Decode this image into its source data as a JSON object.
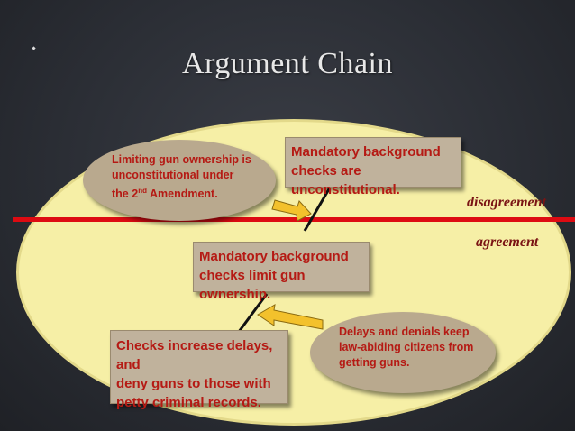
{
  "title": "Argument Chain",
  "zones": {
    "disagreement": "disagreement",
    "agreement": "agreement"
  },
  "claims": {
    "top_box": [
      "Mandatory background",
      "checks are unconstitutional."
    ],
    "top_oval_line1": "Limiting gun ownership is",
    "top_oval_line2": "unconstitutional under",
    "top_oval_line3_prefix": "the 2",
    "top_oval_line3_sup": "nd",
    "top_oval_line3_suffix": " Amendment.",
    "middle_box": [
      "Mandatory background",
      "checks limit gun ownership."
    ],
    "bottom_box": [
      "Checks increase delays, and",
      "deny guns to those with",
      "petty criminal records."
    ],
    "bottom_oval": [
      "Delays and denials keep",
      "law-abiding citizens from",
      "getting guns."
    ]
  },
  "colors": {
    "accent_red": "#dd0b12",
    "text_red": "#b51a14",
    "ellipse_fill": "#f6efa6",
    "box_fill": "#c0b29c",
    "arrow_fill": "#f3c12c"
  }
}
